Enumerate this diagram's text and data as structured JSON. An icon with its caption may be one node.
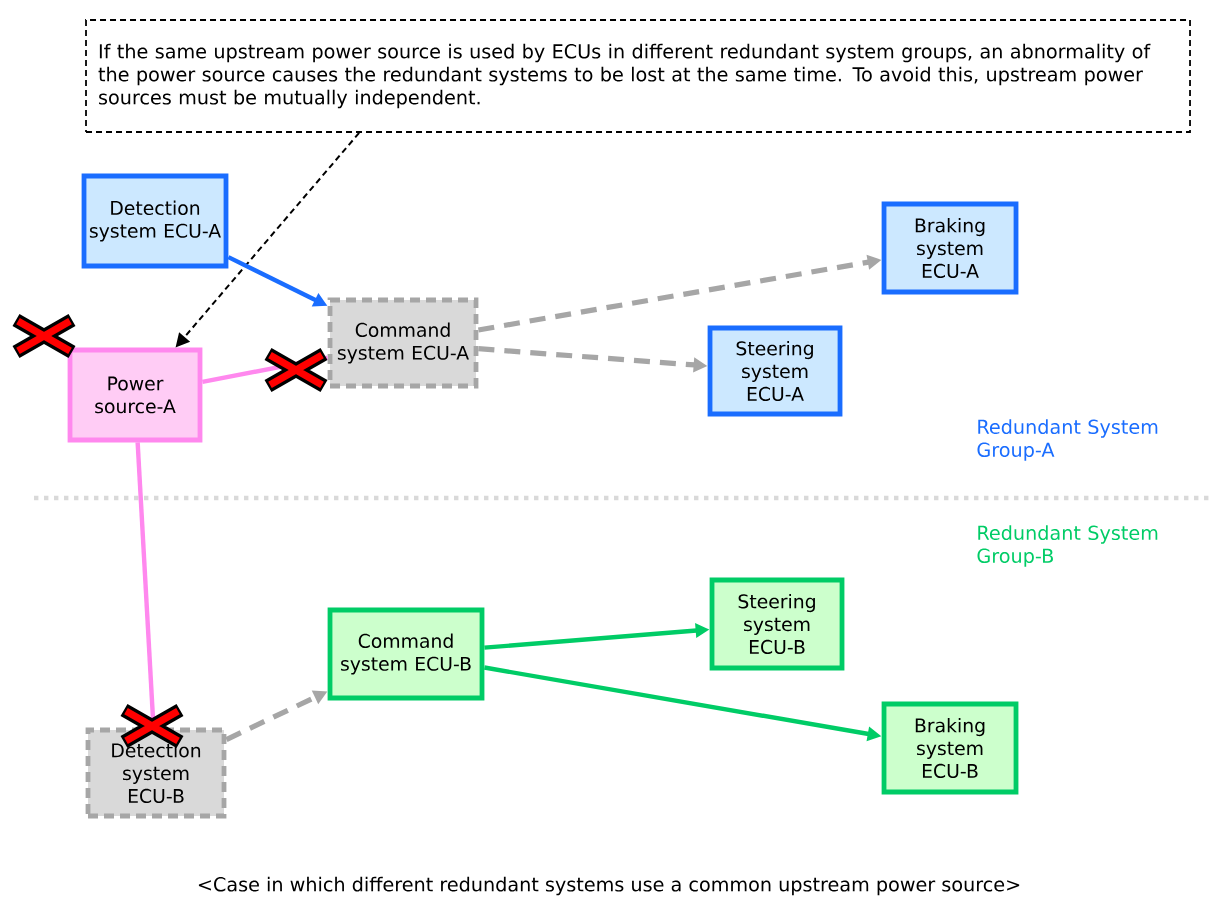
{
  "diagram": {
    "caption": "<Case in which different redundant systems use a common upstream power source>",
    "nodes": [
      {
        "text": [
          "If the same upstream power source is used by ECUs in different redundant system groups, an abnormality of the power source causes the redundant systems to be lost at the same time. To avoid this, upstream power sources must be mutually independent."
        ]
      },
      {
        "text": [
          "Detection system ECU-A"
        ]
      },
      {
        "text": [
          "Braking system ECU-A"
        ]
      },
      {
        "text": [
          "Command system ECU-A"
        ]
      },
      {
        "text": [
          "Power source-A"
        ]
      },
      {
        "text": [
          "Steering system ECU-A"
        ]
      },
      {
        "text": [
          "Command system ECU-B"
        ]
      },
      {
        "text": [
          "Steering system ECU-B"
        ]
      },
      {
        "text": [
          "Detection system ECU-B"
        ]
      },
      {
        "text": [
          "Braking system ECU-B"
        ]
      }
    ],
    "edges": [
      {
        "from": 0,
        "to": 4,
        "arrow": "to",
        "style": "dashed",
        "color": "#000000"
      },
      {
        "from": 1,
        "to": 3,
        "arrow": "to",
        "color": "#1a6dff"
      },
      {
        "from": 3,
        "to": 2,
        "arrow": "to",
        "style": "dashed",
        "color": "#a6a6a6"
      },
      {
        "from": 3,
        "to": 5,
        "arrow": "to",
        "style": "dashed",
        "color": "#a6a6a6"
      },
      {
        "from": 4,
        "to": 3,
        "arrow": "none",
        "color": "#ff88ee"
      },
      {
        "from": 4,
        "to": 8,
        "arrow": "none",
        "color": "#ff88ee"
      },
      {
        "from": 8,
        "to": 6,
        "arrow": "to",
        "style": "dashed",
        "color": "#a6a6a6"
      },
      {
        "from": 6,
        "to": 7,
        "arrow": "to",
        "color": "#00cc66"
      },
      {
        "from": 6,
        "to": 9,
        "arrow": "to",
        "color": "#00cc66"
      }
    ],
    "labels": [
      "Redundant System Group-A",
      "Redundant System Group-B"
    ]
  }
}
